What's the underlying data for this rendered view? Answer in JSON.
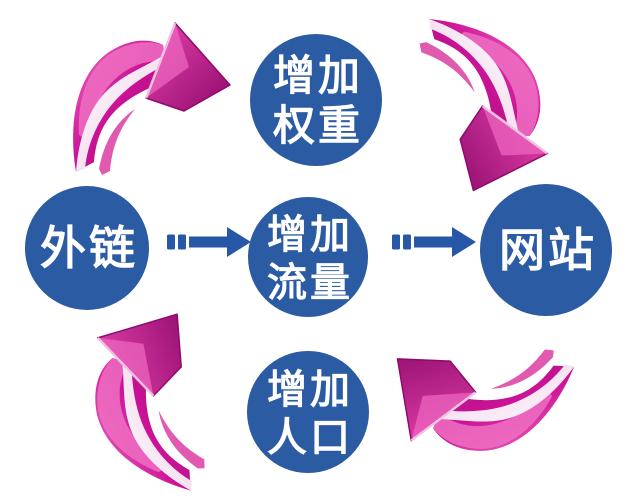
{
  "diagram": {
    "nodes": {
      "top": {
        "label": "增加权重",
        "line1": "增加",
        "line2": "权重"
      },
      "left": {
        "label": "外链"
      },
      "center": {
        "label": "增加流量",
        "line1": "增加",
        "line2": "流量"
      },
      "right": {
        "label": "网站"
      },
      "bottom": {
        "label": "增加人口",
        "line1": "增加",
        "line2": "人口"
      }
    },
    "colors": {
      "node_fill": "#2b5ba2",
      "node_text": "#ffffff",
      "dashed_arrow": "#2757a7",
      "arrow_main": "#cc1397",
      "arrow_dark": "#8e0a6c",
      "arrow_light": "#ee6fc2",
      "arrow_mid": "#e05ab0",
      "arrow_highlight": "#f4e0f0"
    }
  }
}
